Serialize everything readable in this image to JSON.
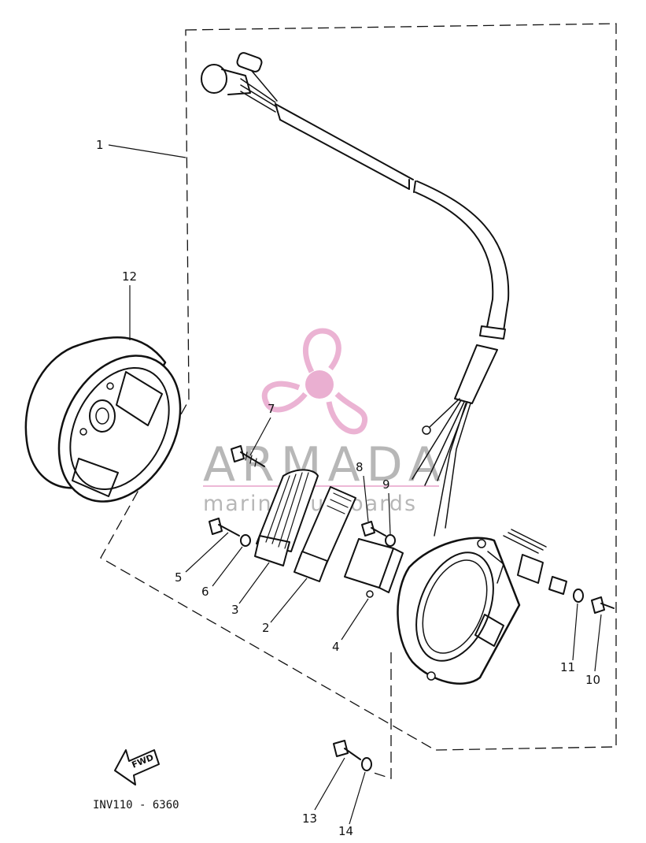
{
  "callouts": {
    "c1": "1",
    "c2": "2",
    "c3": "3",
    "c4": "4",
    "c5": "5",
    "c6": "6",
    "c7": "7",
    "c8": "8",
    "c9": "9",
    "c10": "10",
    "c11": "11",
    "c12": "12",
    "c13": "13",
    "c14": "14"
  },
  "watermark": {
    "brand": "ARMADA",
    "tagline": "marine outboards",
    "accent_color": "#e8a6cc"
  },
  "drawing_code": "INV110 - 6360",
  "direction_label": "FWD"
}
